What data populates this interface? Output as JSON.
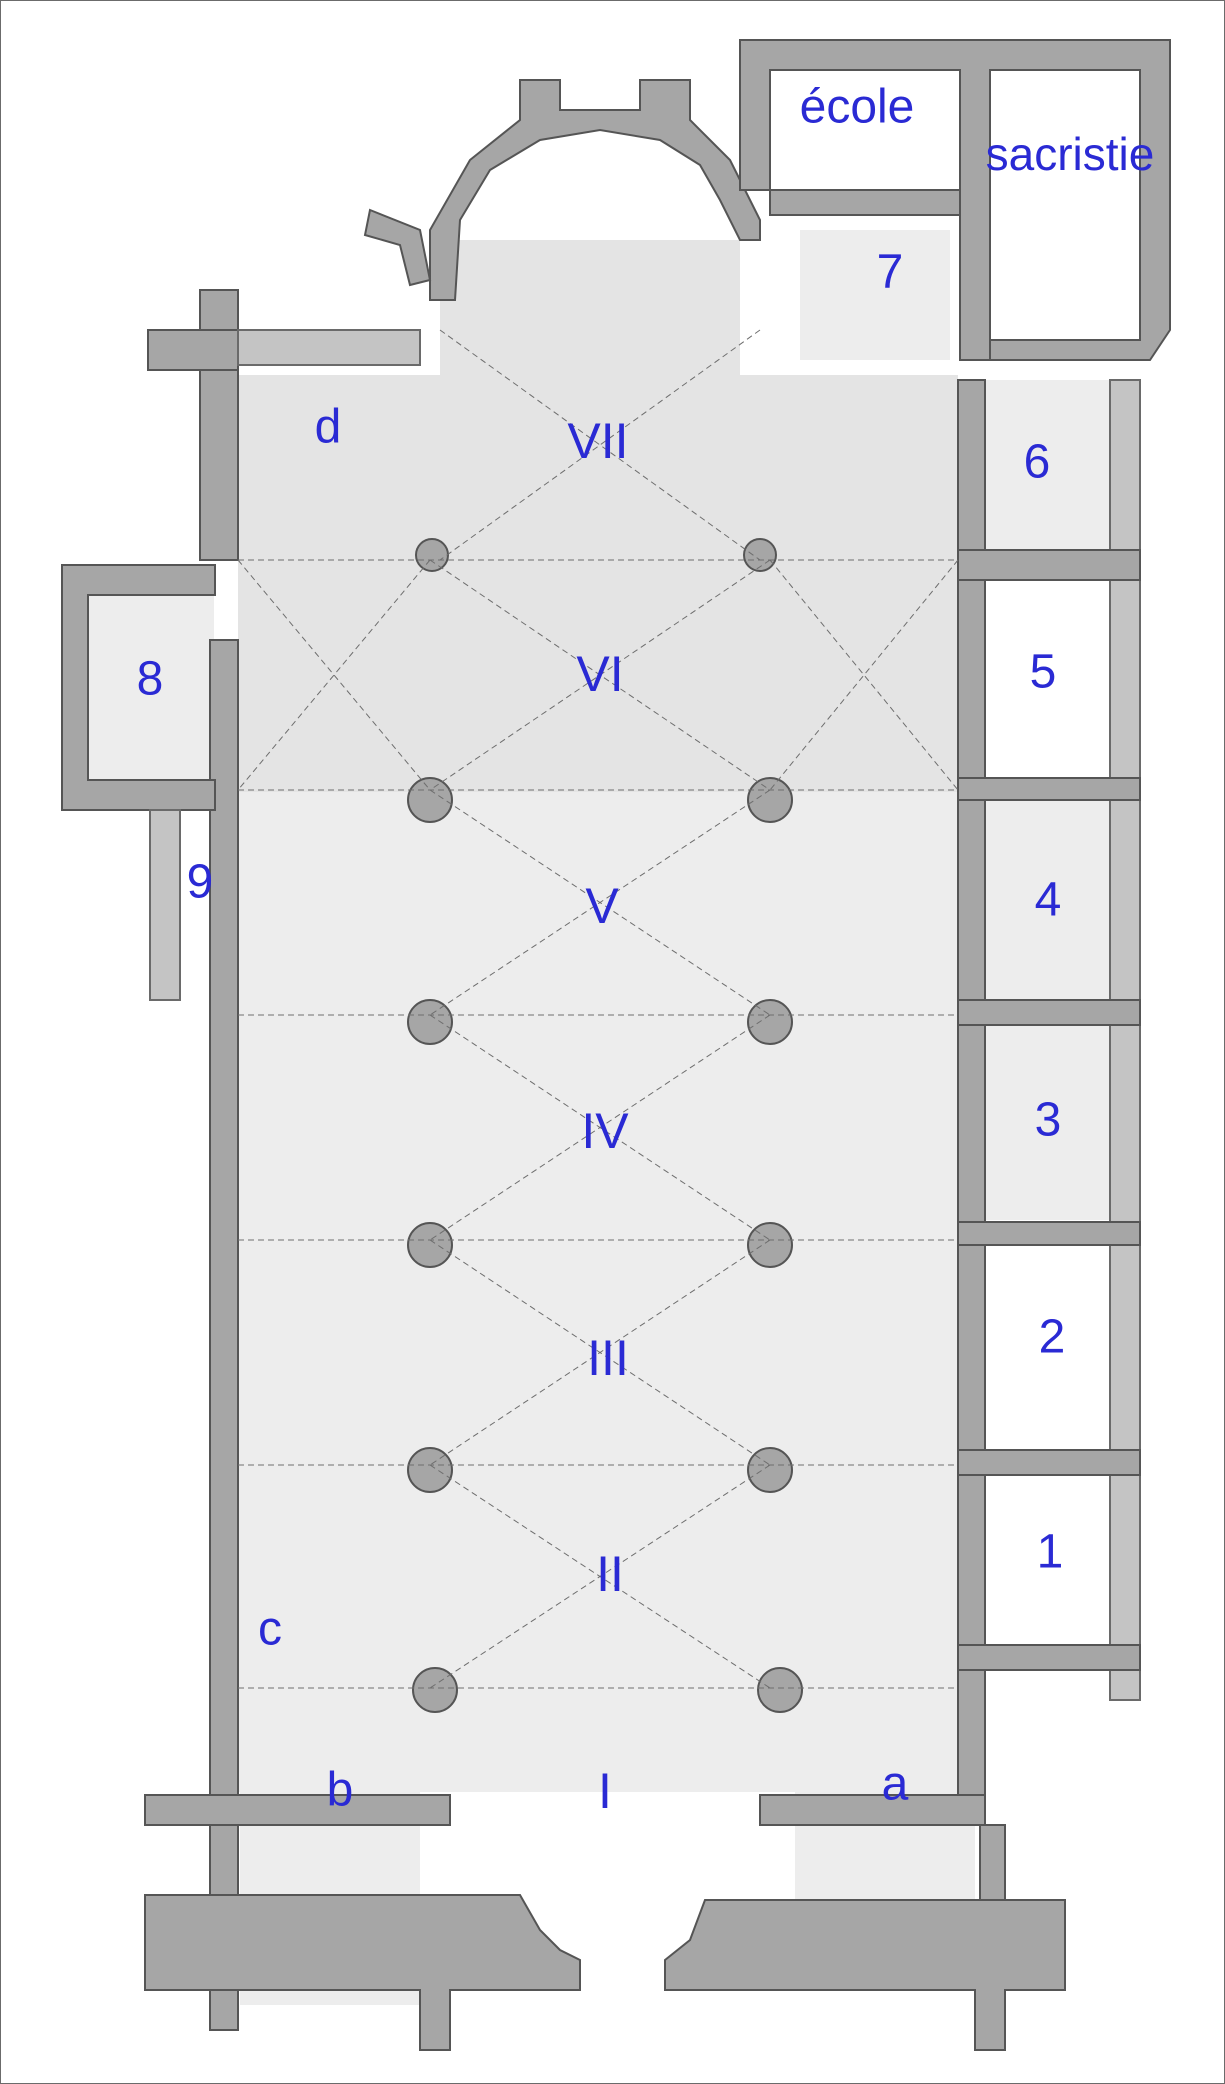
{
  "colors": {
    "label": "#2a2ad4",
    "wall": "#a6a6a6",
    "wall_outline": "#555555",
    "vault_shade_dark": "#e4e4e4",
    "vault_shade_mid": "#ededed",
    "background": "#ffffff"
  },
  "labels": {
    "ecole": "école",
    "sacristie": "sacristie",
    "bay_vii": "VII",
    "bay_vi": "VI",
    "bay_v": "V",
    "bay_iv": "IV",
    "bay_iii": "III",
    "bay_ii": "II",
    "bay_i": "I",
    "chapel_1": "1",
    "chapel_2": "2",
    "chapel_3": "3",
    "chapel_4": "4",
    "chapel_5": "5",
    "chapel_6": "6",
    "chapel_7": "7",
    "chapel_8": "8",
    "chapel_9": "9",
    "room_a": "a",
    "room_b": "b",
    "room_c": "c",
    "room_d": "d"
  }
}
